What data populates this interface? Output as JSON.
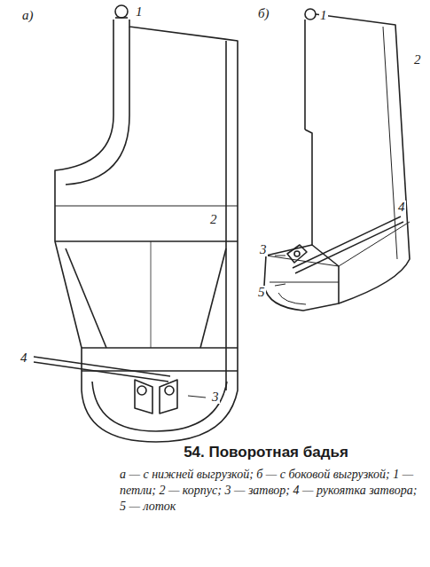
{
  "diagram": {
    "title": "54. Поворотная бадья",
    "caption": "а — с нижней выгрузкой; б — с боковой выгрузкой; 1 — петли; 2 — корпус; 3 — затвор; 4 — рукоятка затвора; 5 — лоток",
    "labels": [
      "а)",
      "1",
      "2",
      "4",
      "3",
      "б)",
      "1",
      "2",
      "4",
      "3",
      "5"
    ]
  }
}
